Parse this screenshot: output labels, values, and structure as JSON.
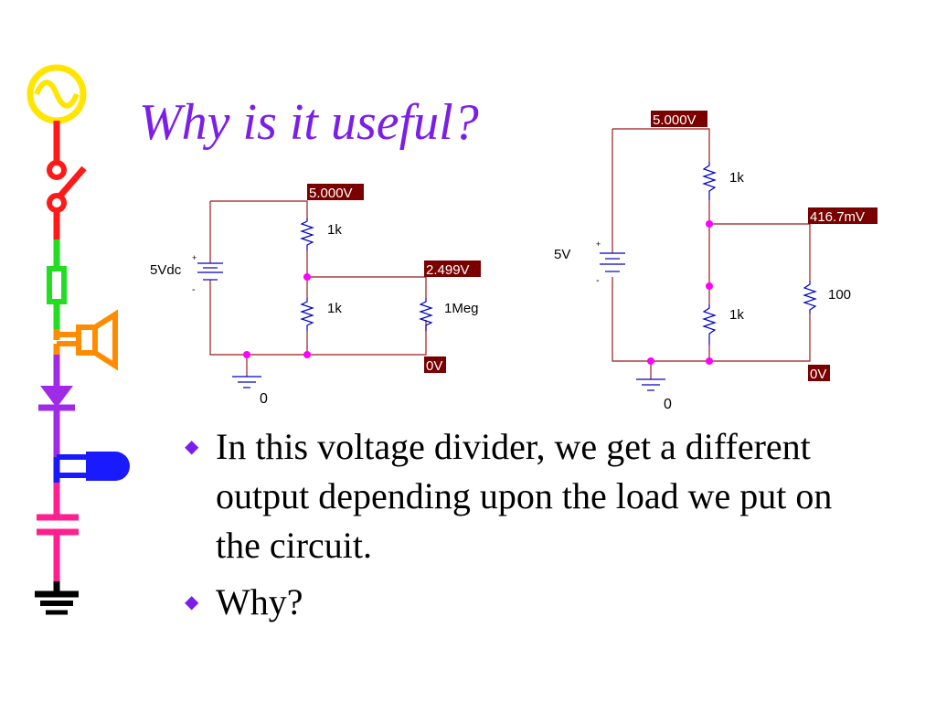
{
  "title": "Why is it useful?",
  "bullets": [
    "In this voltage divider, we get a different output depending upon the load we put on the circuit.",
    "Why?"
  ],
  "circuit_left": {
    "source_label": "5Vdc",
    "source_plus": "+",
    "source_minus": "-",
    "top_resistor": "1k",
    "bottom_resistor": "1k",
    "load_resistor": "1Meg",
    "probe_top": "5.000V",
    "probe_mid": "2.499V",
    "probe_bottom": "0V",
    "ground_label": "0"
  },
  "circuit_right": {
    "source_label": "5V",
    "source_plus": "+",
    "source_minus": "-",
    "top_resistor": "1k",
    "bottom_resistor": "1k",
    "load_resistor": "100",
    "probe_top": "5.000V",
    "probe_mid": "416.7mV",
    "probe_bottom": "0V",
    "ground_label": "0"
  },
  "colors": {
    "title": "#7b1fe8",
    "wire": "#9c1b1b",
    "resistor": "#0000c8",
    "node_dot": "#ff00ff",
    "probe_bg": "#7a0000",
    "probe_text": "#ffffff"
  },
  "decorations": [
    "ac-source-icon",
    "switch-icon",
    "fuse-icon",
    "speaker-icon",
    "diode-icon",
    "bulb-icon",
    "capacitor-icon",
    "ground-icon"
  ]
}
